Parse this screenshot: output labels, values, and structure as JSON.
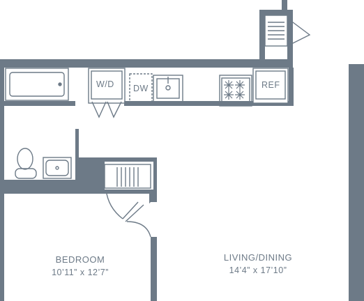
{
  "colors": {
    "wall": "#6d7a87",
    "fixture_line": "#6d7a87",
    "background": "#ffffff"
  },
  "rooms": {
    "bedroom": {
      "name": "BEDROOM",
      "dimensions": "10’11” x 12’7”"
    },
    "living": {
      "name": "LIVING/DINING",
      "dimensions": "14’4” x 17’10”"
    }
  },
  "fixtures": {
    "washer_dryer": "W/D",
    "dishwasher": "DW",
    "refrigerator": "REF"
  },
  "icons": [
    "bathtub-icon",
    "toilet-icon",
    "bathroom-sink-icon",
    "kitchen-sink-icon",
    "stove-icon",
    "closet-shelving-icon",
    "door-swing-icon"
  ]
}
